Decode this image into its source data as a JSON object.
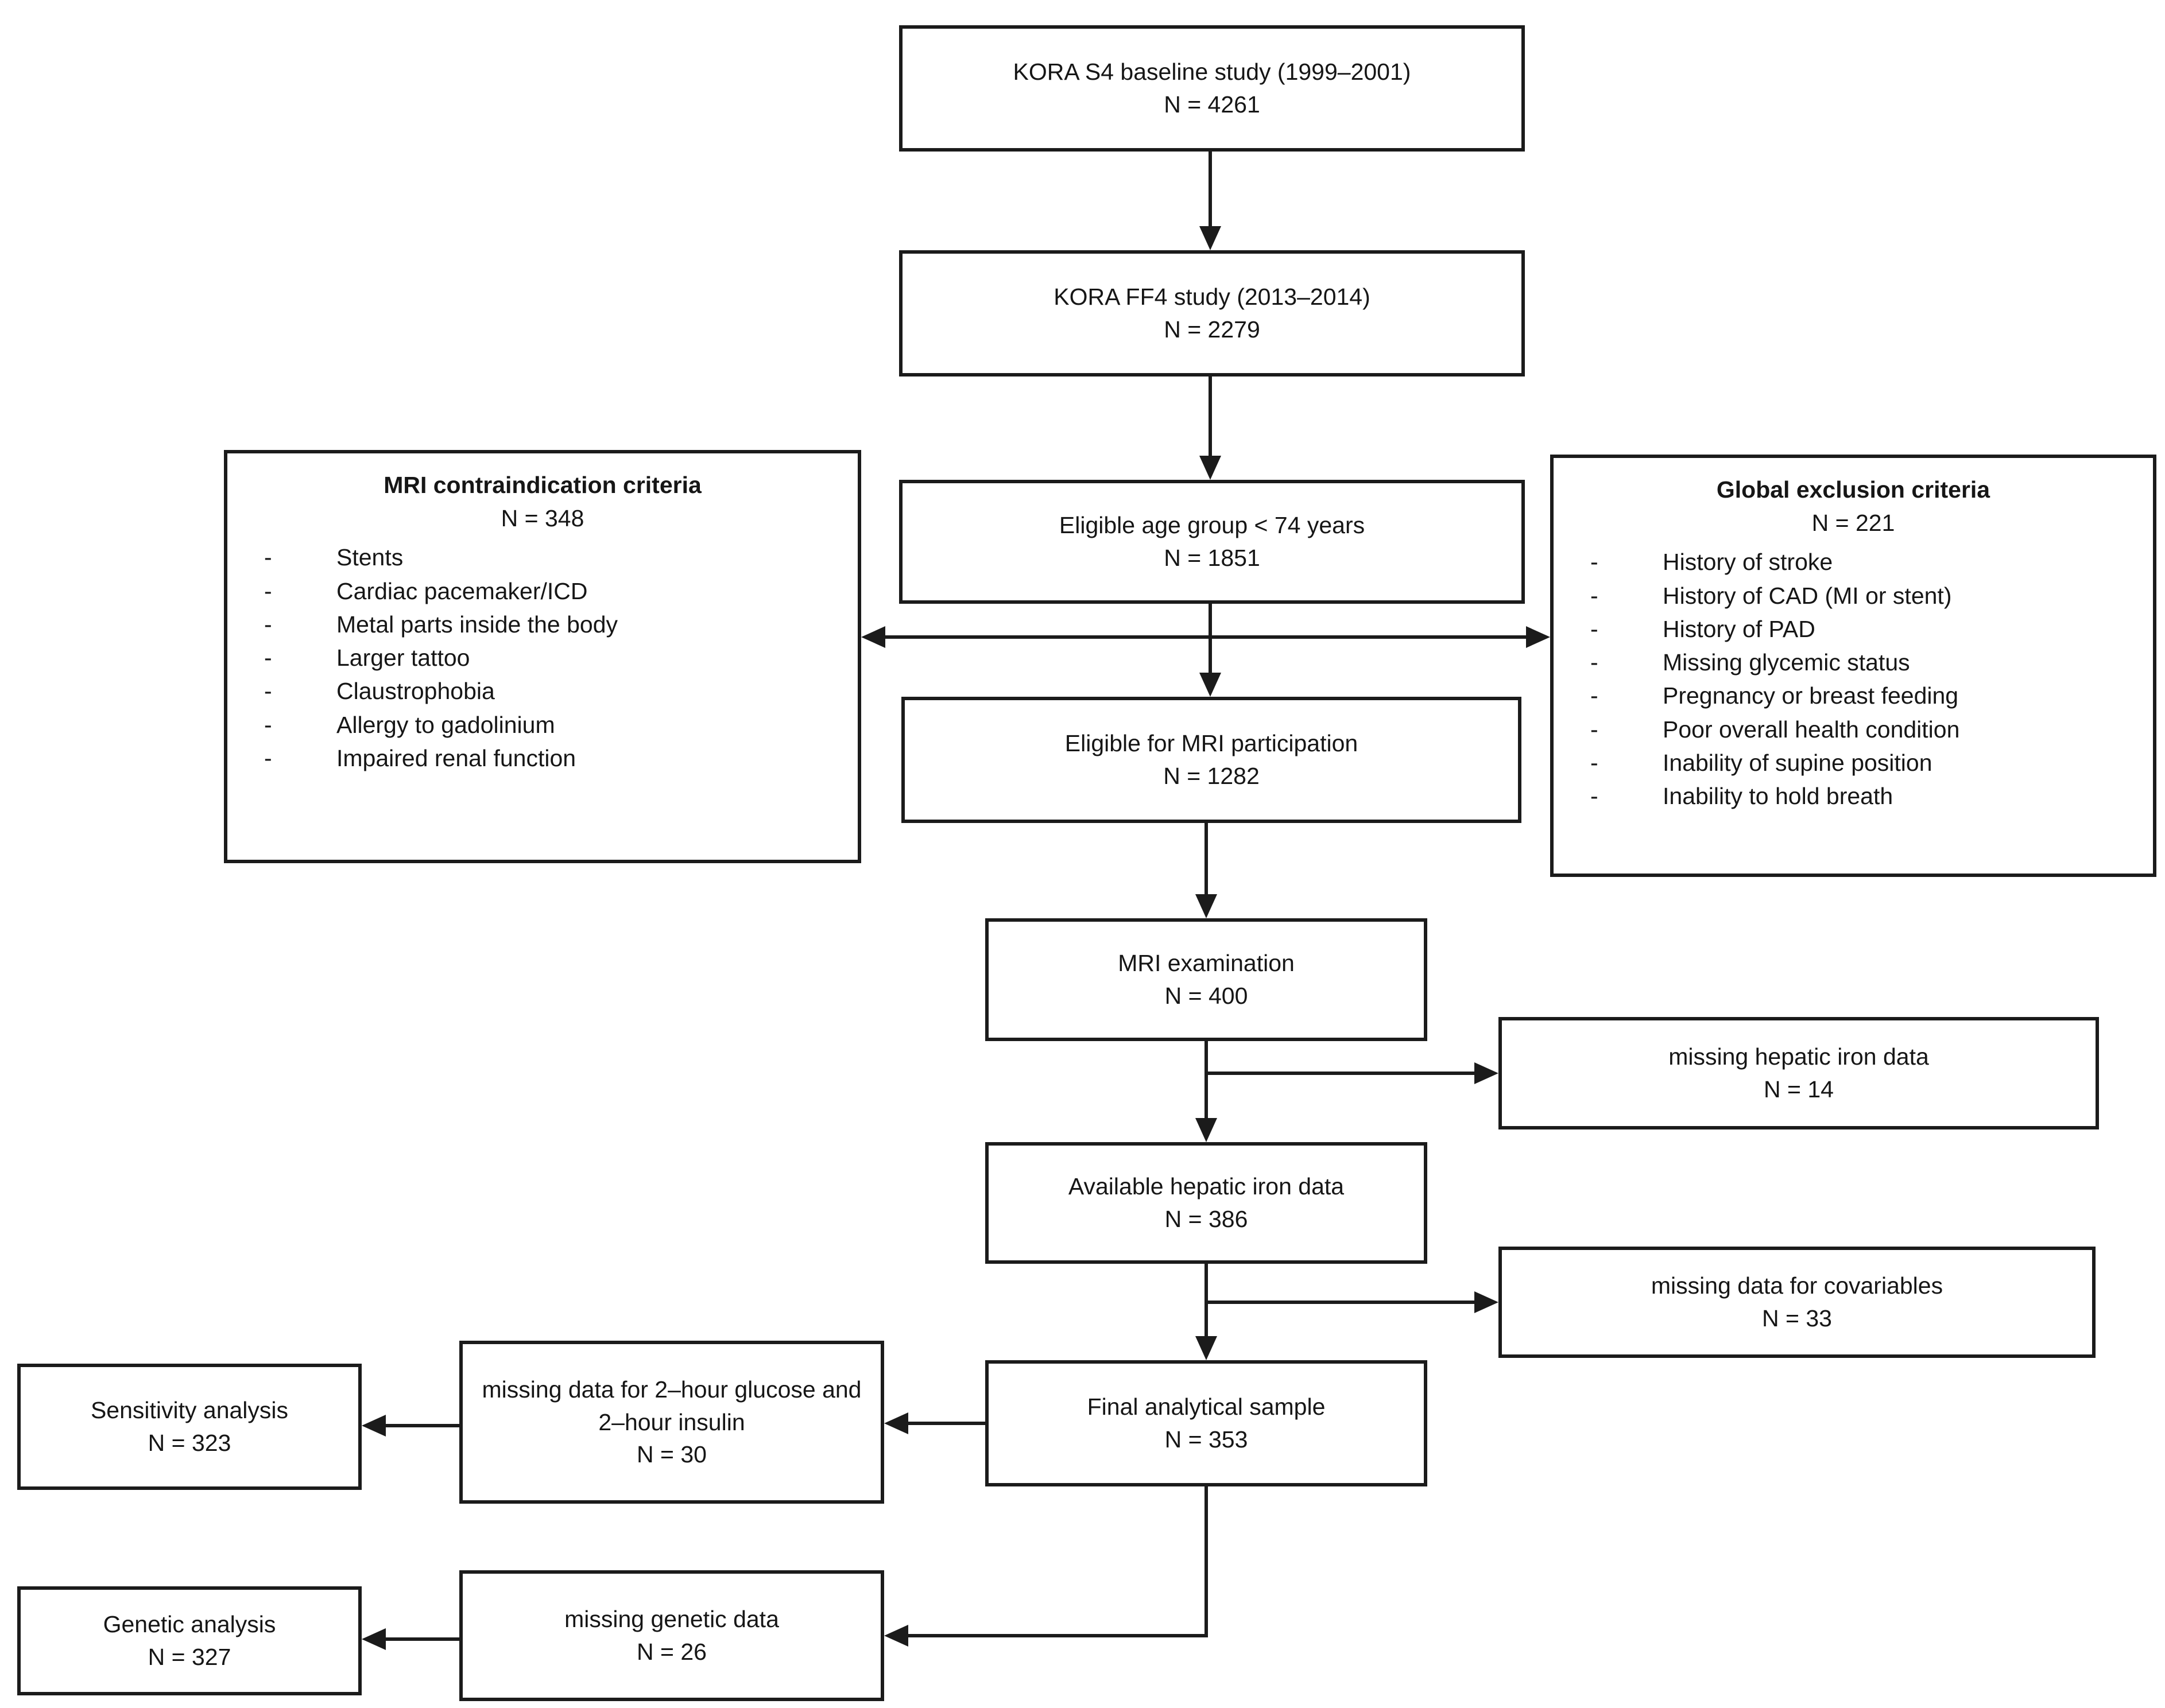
{
  "bullet": "-",
  "nodes": {
    "s4": {
      "label": "KORA S4 baseline study (1999–2001)",
      "n": "N = 4261"
    },
    "ff4": {
      "label": "KORA FF4 study (2013–2014)",
      "n": "N = 2279"
    },
    "age": {
      "label": "Eligible age group < 74 years",
      "n": "N = 1851"
    },
    "mri_part": {
      "label": "Eligible for MRI participation",
      "n": "N = 1282"
    },
    "mri_exam": {
      "label": "MRI examination",
      "n": "N = 400"
    },
    "missing_hep": {
      "label": "missing hepatic iron data",
      "n": "N = 14"
    },
    "avail": {
      "label": "Available hepatic iron data",
      "n": "N = 386"
    },
    "missing_cov": {
      "label": "missing data for covariables",
      "n": "N = 33"
    },
    "final": {
      "label": "Final analytical sample",
      "n": "N = 353"
    },
    "missing_2h": {
      "label": "missing data for 2–hour glucose and 2–hour insulin",
      "n": "N = 30"
    },
    "sens": {
      "label": "Sensitivity analysis",
      "n": "N = 323"
    },
    "missing_gen": {
      "label": "missing genetic data",
      "n": "N = 26"
    },
    "gen": {
      "label": "Genetic analysis",
      "n": "N = 327"
    }
  },
  "criteria_mri": {
    "title": "MRI contraindication criteria",
    "n": "N = 348",
    "items": [
      "Stents",
      "Cardiac pacemaker/ICD",
      "Metal parts inside the body",
      "Larger tattoo",
      "Claustrophobia",
      "Allergy to gadolinium",
      "Impaired renal function"
    ]
  },
  "criteria_global": {
    "title": "Global exclusion criteria",
    "n": "N = 221",
    "items": [
      "History of stroke",
      "History of CAD (MI or stent)",
      "History of PAD",
      "Missing glycemic status",
      "Pregnancy or breast feeding",
      "Poor overall health condition",
      "Inability of supine position",
      "Inability to hold breath"
    ]
  }
}
